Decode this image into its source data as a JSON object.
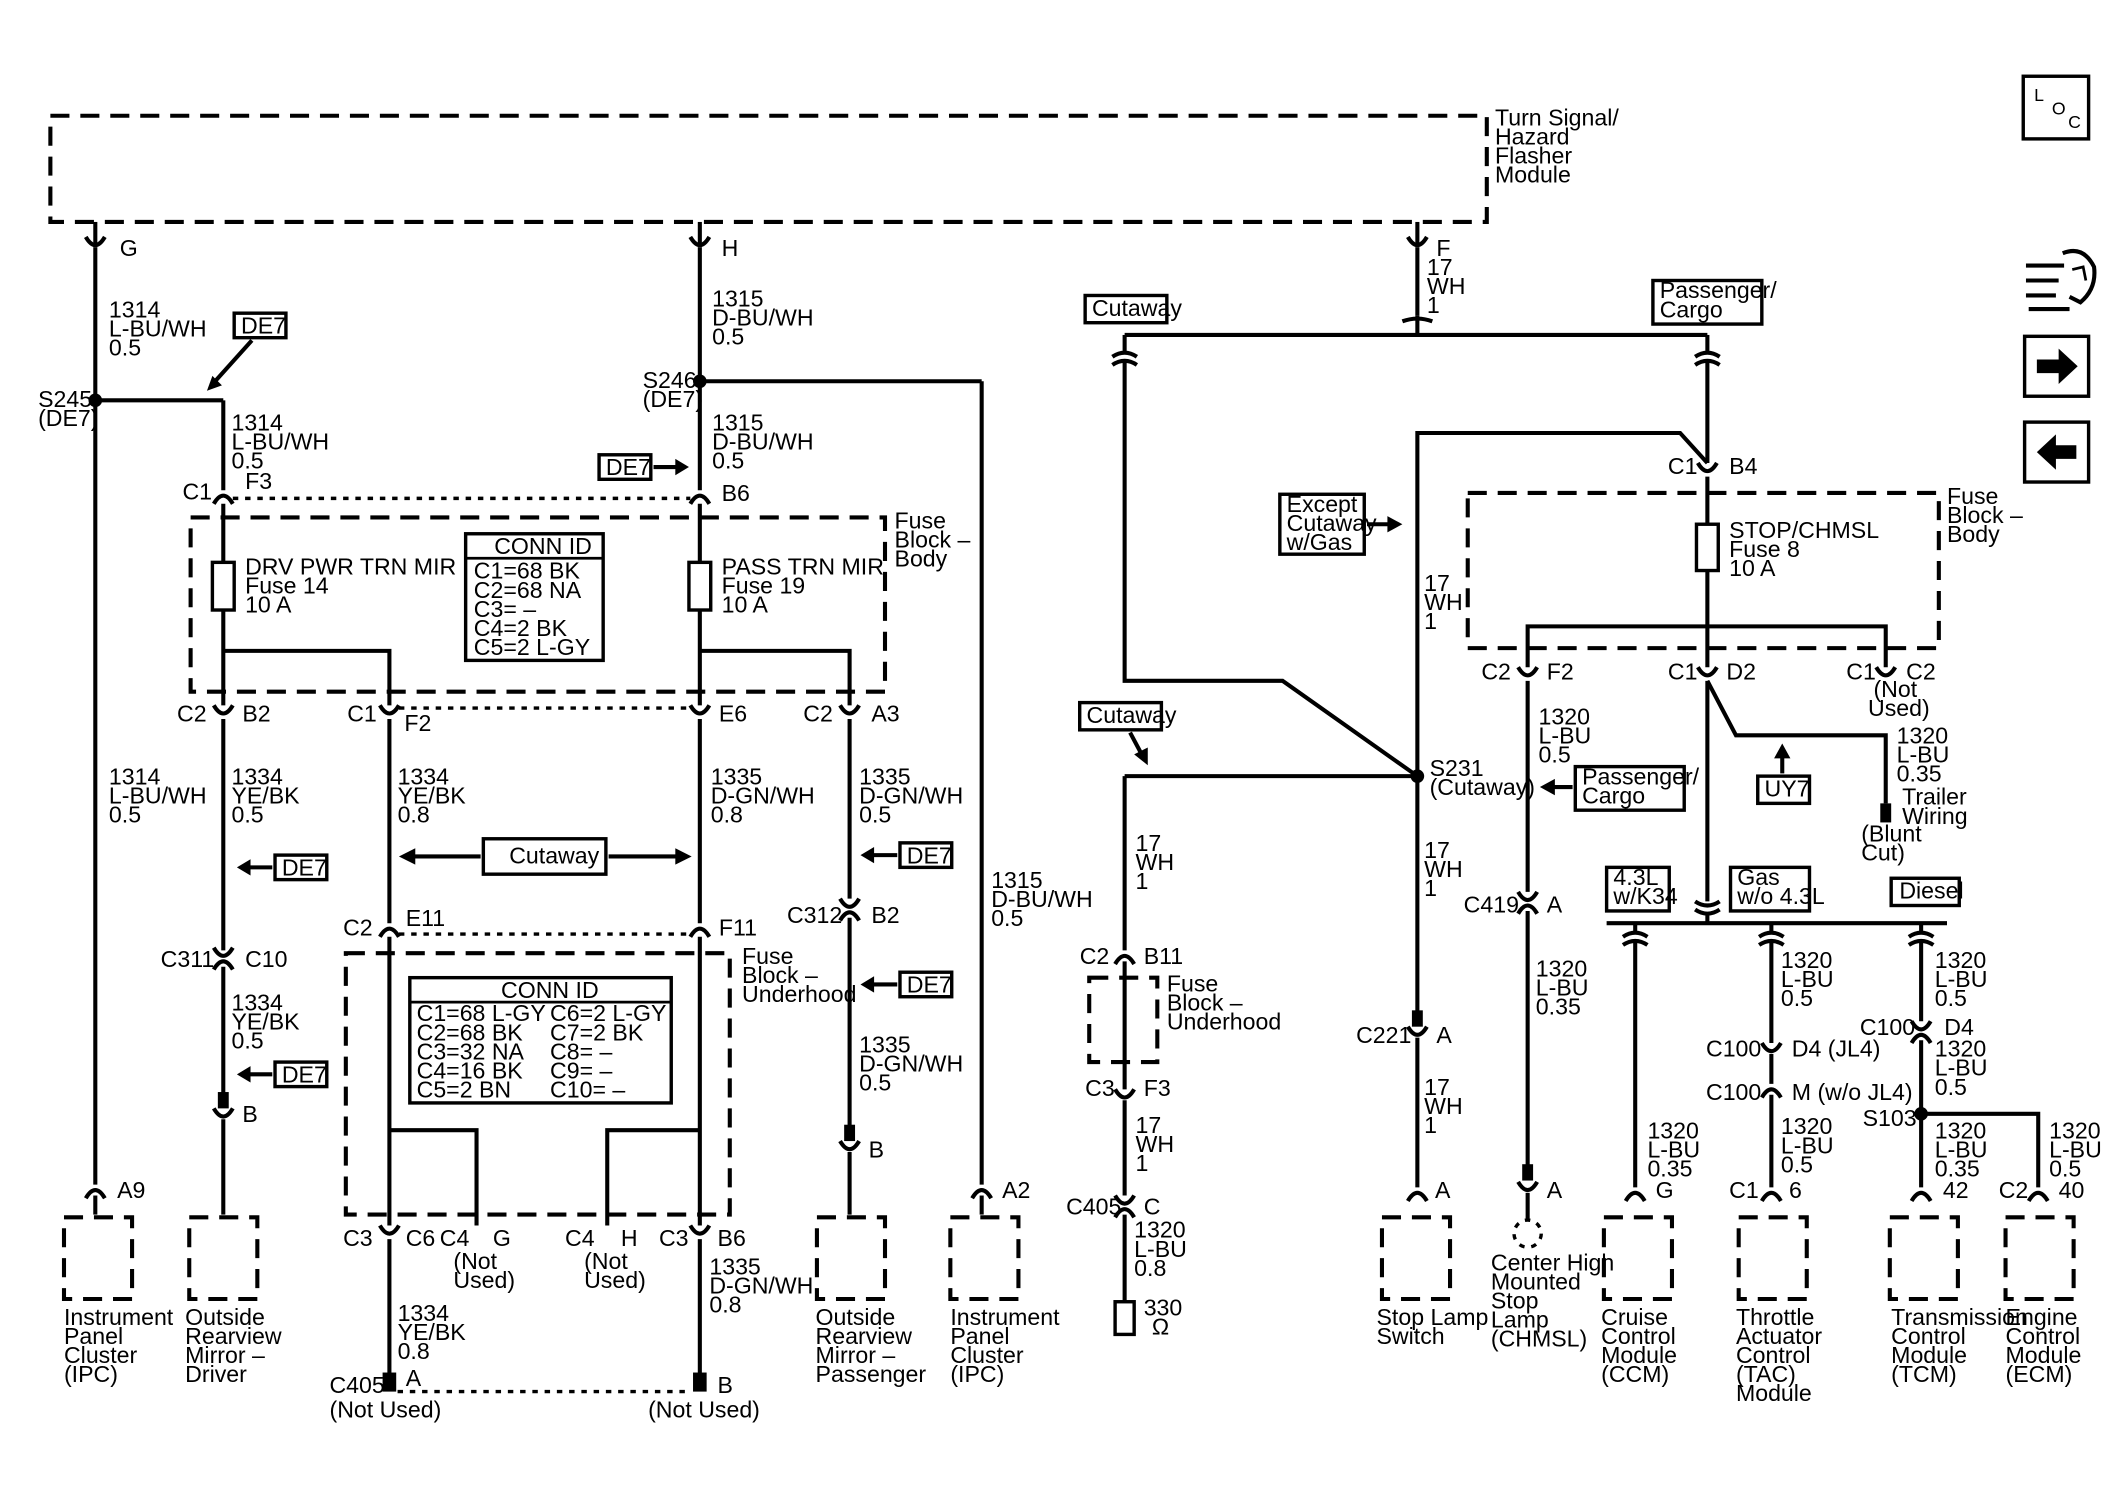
{
  "module": {
    "label": [
      "Turn Signal/",
      "Hazard",
      "Flasher",
      "Module"
    ]
  },
  "pins_top": {
    "g": "G",
    "h": "H",
    "f": "F"
  },
  "icons": {
    "loc": "L O C",
    "nav": [
      "tools-icon",
      "arrow-right-icon",
      "arrow-left-icon"
    ]
  },
  "left": {
    "w1314_top": [
      "1314",
      "L-BU/WH",
      "0.5"
    ],
    "s245": [
      "S245",
      "(DE7)"
    ],
    "w1314_mid": [
      "1314",
      "L-BU/WH",
      "0.5"
    ],
    "w1314_low": [
      "1314",
      "L-BU/WH",
      "0.5"
    ],
    "w1315_top": [
      "1315",
      "D-BU/WH",
      "0.5"
    ],
    "s246": [
      "S246",
      "(DE7)"
    ],
    "w1315_mid": [
      "1315",
      "D-BU/WH",
      "0.5"
    ],
    "w1315_right": [
      "1315",
      "D-BU/WH",
      "0.5"
    ],
    "de7": "DE7",
    "c1_f3": [
      "C1",
      "F3"
    ],
    "b6": "B6",
    "fuse_body_label": [
      "Fuse",
      "Block –",
      "Body"
    ],
    "fuse14": [
      "DRV PWR TRN MIR",
      "Fuse 14",
      "10 A"
    ],
    "fuse19": [
      "PASS TRN MIR",
      "Fuse 19",
      "10 A"
    ],
    "conn_id_body": {
      "title": "CONN ID",
      "rows": [
        "C1=68 BK",
        "C2=68 NA",
        "C3= –",
        "C4=2 BK",
        "C5=2 L-GY"
      ]
    },
    "c2_b2": [
      "C2",
      "B2"
    ],
    "c1_f2": [
      "C1",
      "F2"
    ],
    "e6": "E6",
    "c2_a3": [
      "C2",
      "A3"
    ],
    "w1334_a": [
      "1334",
      "YE/BK",
      "0.5"
    ],
    "w1334_b": [
      "1334",
      "YE/BK",
      "0.8"
    ],
    "w1335_a": [
      "1335",
      "D-GN/WH",
      "0.8"
    ],
    "w1335_b": [
      "1335",
      "D-GN/WH",
      "0.5"
    ],
    "cutaway": "Cutaway",
    "c2_e11": [
      "C2",
      "E11"
    ],
    "f11": "F11",
    "fuse_underhood_label": [
      "Fuse",
      "Block –",
      "Underhood"
    ],
    "c312_b2": [
      "C312",
      "B2"
    ],
    "c311_c10": [
      "C311",
      "C10"
    ],
    "w1334_c": [
      "1334",
      "YE/BK",
      "0.5"
    ],
    "b_pin": "B",
    "conn_id_underhood": {
      "title": "CONN ID",
      "left": [
        "C1=68 L-GY",
        "C2=68 BK",
        "C3=32 NA",
        "C4=16 BK",
        "C5=2 BN"
      ],
      "right": [
        "C6=2 L-GY",
        "C7=2 BK",
        "C8= –",
        "C9= –",
        "C10= –"
      ]
    },
    "w1335_c": [
      "1335",
      "D-GN/WH",
      "0.5"
    ],
    "a9": "A9",
    "a2": "A2",
    "c3_c6": [
      "C3",
      "C6"
    ],
    "c4_g": [
      "C4",
      "G"
    ],
    "c4_h": [
      "C4",
      "H"
    ],
    "c3_b6": [
      "C3",
      "B6"
    ],
    "not_used": [
      "(Not",
      "Used)"
    ],
    "w1334_d": [
      "1334",
      "YE/BK",
      "0.8"
    ],
    "w1335_d": [
      "1335",
      "D-GN/WH",
      "0.8"
    ],
    "c405": "C405",
    "a": "A",
    "b": "B",
    "not_used_1": "(Not Used)",
    "comp_ipc": [
      "Instrument",
      "Panel",
      "Cluster",
      "(IPC)"
    ],
    "comp_mirror_drv": [
      "Outside",
      "Rearview",
      "Mirror –",
      "Driver"
    ],
    "comp_mirror_pass": [
      "Outside",
      "Rearview",
      "Mirror –",
      "Passenger"
    ],
    "comp_ipc2": [
      "Instrument",
      "Panel",
      "Cluster",
      "(IPC)"
    ]
  },
  "right": {
    "w17_top": [
      "17",
      "WH",
      "1"
    ],
    "cutaway": "Cutaway",
    "passenger_cargo": [
      "Passenger/",
      "Cargo"
    ],
    "c1_b4": [
      "C1",
      "B4"
    ],
    "except_cutaway": [
      "Except",
      "Cutaway",
      "w/Gas"
    ],
    "fuse_body_label": [
      "Fuse",
      "Block –",
      "Body"
    ],
    "fuse8": [
      "STOP/CHMSL",
      "Fuse 8",
      "10 A"
    ],
    "w17_mid": [
      "17",
      "WH",
      "1"
    ],
    "c2_f2": [
      "C2",
      "F2"
    ],
    "c1_d2": [
      "C1",
      "D2"
    ],
    "c1_c2": [
      "C1",
      "C2"
    ],
    "not_used": [
      "(Not",
      "Used)"
    ],
    "cutaway2": "Cutaway",
    "s231": [
      "S231",
      "(Cutaway)"
    ],
    "w1320_a": [
      "1320",
      "L-BU",
      "0.5"
    ],
    "w1320_b": [
      "1320",
      "L-BU",
      "0.35"
    ],
    "trailer": [
      "Trailer",
      "Wiring"
    ],
    "blunt_cut": [
      "(Blunt",
      "Cut)"
    ],
    "uy7": "UY7",
    "passenger_cargo2": [
      "Passenger/",
      "Cargo"
    ],
    "w17_cut": [
      "17",
      "WH",
      "1"
    ],
    "w17_s231": [
      "17",
      "WH",
      "1"
    ],
    "c419": [
      "C419",
      "A"
    ],
    "w1320_c": [
      "1320",
      "L-BU",
      "0.35"
    ],
    "k34": [
      "4.3L",
      "w/K34"
    ],
    "gas": [
      "Gas",
      "w/o 4.3L"
    ],
    "diesel": "Diesel",
    "c2_b11": [
      "C2",
      "B11"
    ],
    "fuse_underhood": [
      "Fuse",
      "Block –",
      "Underhood"
    ],
    "c3_f3": [
      "C3",
      "F3"
    ],
    "w17_low": [
      "17",
      "WH",
      "1"
    ],
    "c405_c": [
      "C405",
      "C"
    ],
    "w1320_d": [
      "1320",
      "L-BU",
      "0.8"
    ],
    "resistor": [
      "330",
      "Ω"
    ],
    "c221": [
      "C221",
      "A"
    ],
    "w17_c221": [
      "17",
      "WH",
      "1"
    ],
    "tac_1320a": [
      "1320",
      "L-BU",
      "0.5"
    ],
    "c100_d4_jl4": [
      "C100",
      "D4 (JL4)"
    ],
    "c100_m": [
      "C100",
      "M (w/o JL4)"
    ],
    "tac_1320b": [
      "1320",
      "L-BU",
      "0.5"
    ],
    "tcm_1320a": [
      "1320",
      "L-BU",
      "0.5"
    ],
    "c100_d4": [
      "C100",
      "D4"
    ],
    "tcm_1320b": [
      "1320",
      "L-BU",
      "0.5"
    ],
    "s103": "S103",
    "ccm_1320": [
      "1320",
      "L-BU",
      "0.35"
    ],
    "tcm_1320c": [
      "1320",
      "L-BU",
      "0.35"
    ],
    "ecm_1320": [
      "1320",
      "L-BU",
      "0.5"
    ],
    "pin_a": "A",
    "pin_a2": "A",
    "pin_g": "G",
    "c1_6": [
      "C1",
      "6"
    ],
    "pin_42": "42",
    "c2_40": [
      "C2",
      "40"
    ],
    "comp_stop": [
      "Stop Lamp",
      "Switch"
    ],
    "comp_chmsl": [
      "Center High",
      "Mounted",
      "Stop",
      "Lamp",
      "(CHMSL)"
    ],
    "comp_ccm": [
      "Cruise",
      "Control",
      "Module",
      "(CCM)"
    ],
    "comp_tac": [
      "Throttle",
      "Actuator",
      "Control",
      "(TAC)",
      "Module"
    ],
    "comp_tcm": [
      "Transmission",
      "Control",
      "Module",
      "(TCM)"
    ],
    "comp_ecm": [
      "Engine",
      "Control",
      "Module",
      "(ECM)"
    ]
  }
}
